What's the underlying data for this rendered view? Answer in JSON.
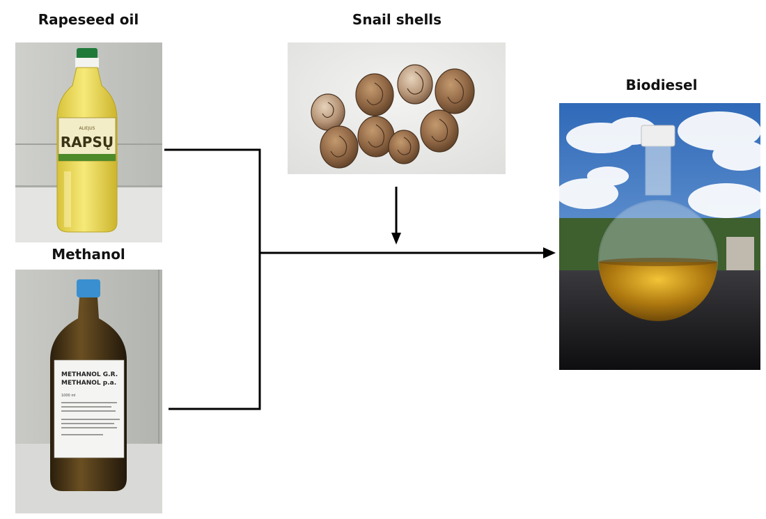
{
  "labels": {
    "rapeseed_oil": "Rapeseed oil",
    "methanol": "Methanol",
    "snail_shells": "Snail shells",
    "biodiesel": "Biodiesel"
  },
  "rapeseed_bottle": {
    "brand_text": "RAPSŲ",
    "small_top_text": "ALIEJUS"
  },
  "methanol_bottle": {
    "label_line1": "METHANOL G.R.",
    "label_line2": "METHANOL p.a.",
    "volume_text": "1000 ml"
  },
  "colors": {
    "line": "#000000",
    "oil_yellow": "#e8d44a",
    "methanol_brown": "#3a2a12",
    "cap_blue": "#3a8fd0",
    "cap_green": "#1f7a3a",
    "biodiesel_amber": "#b07a10",
    "sky_blue": "#3d78c4"
  }
}
